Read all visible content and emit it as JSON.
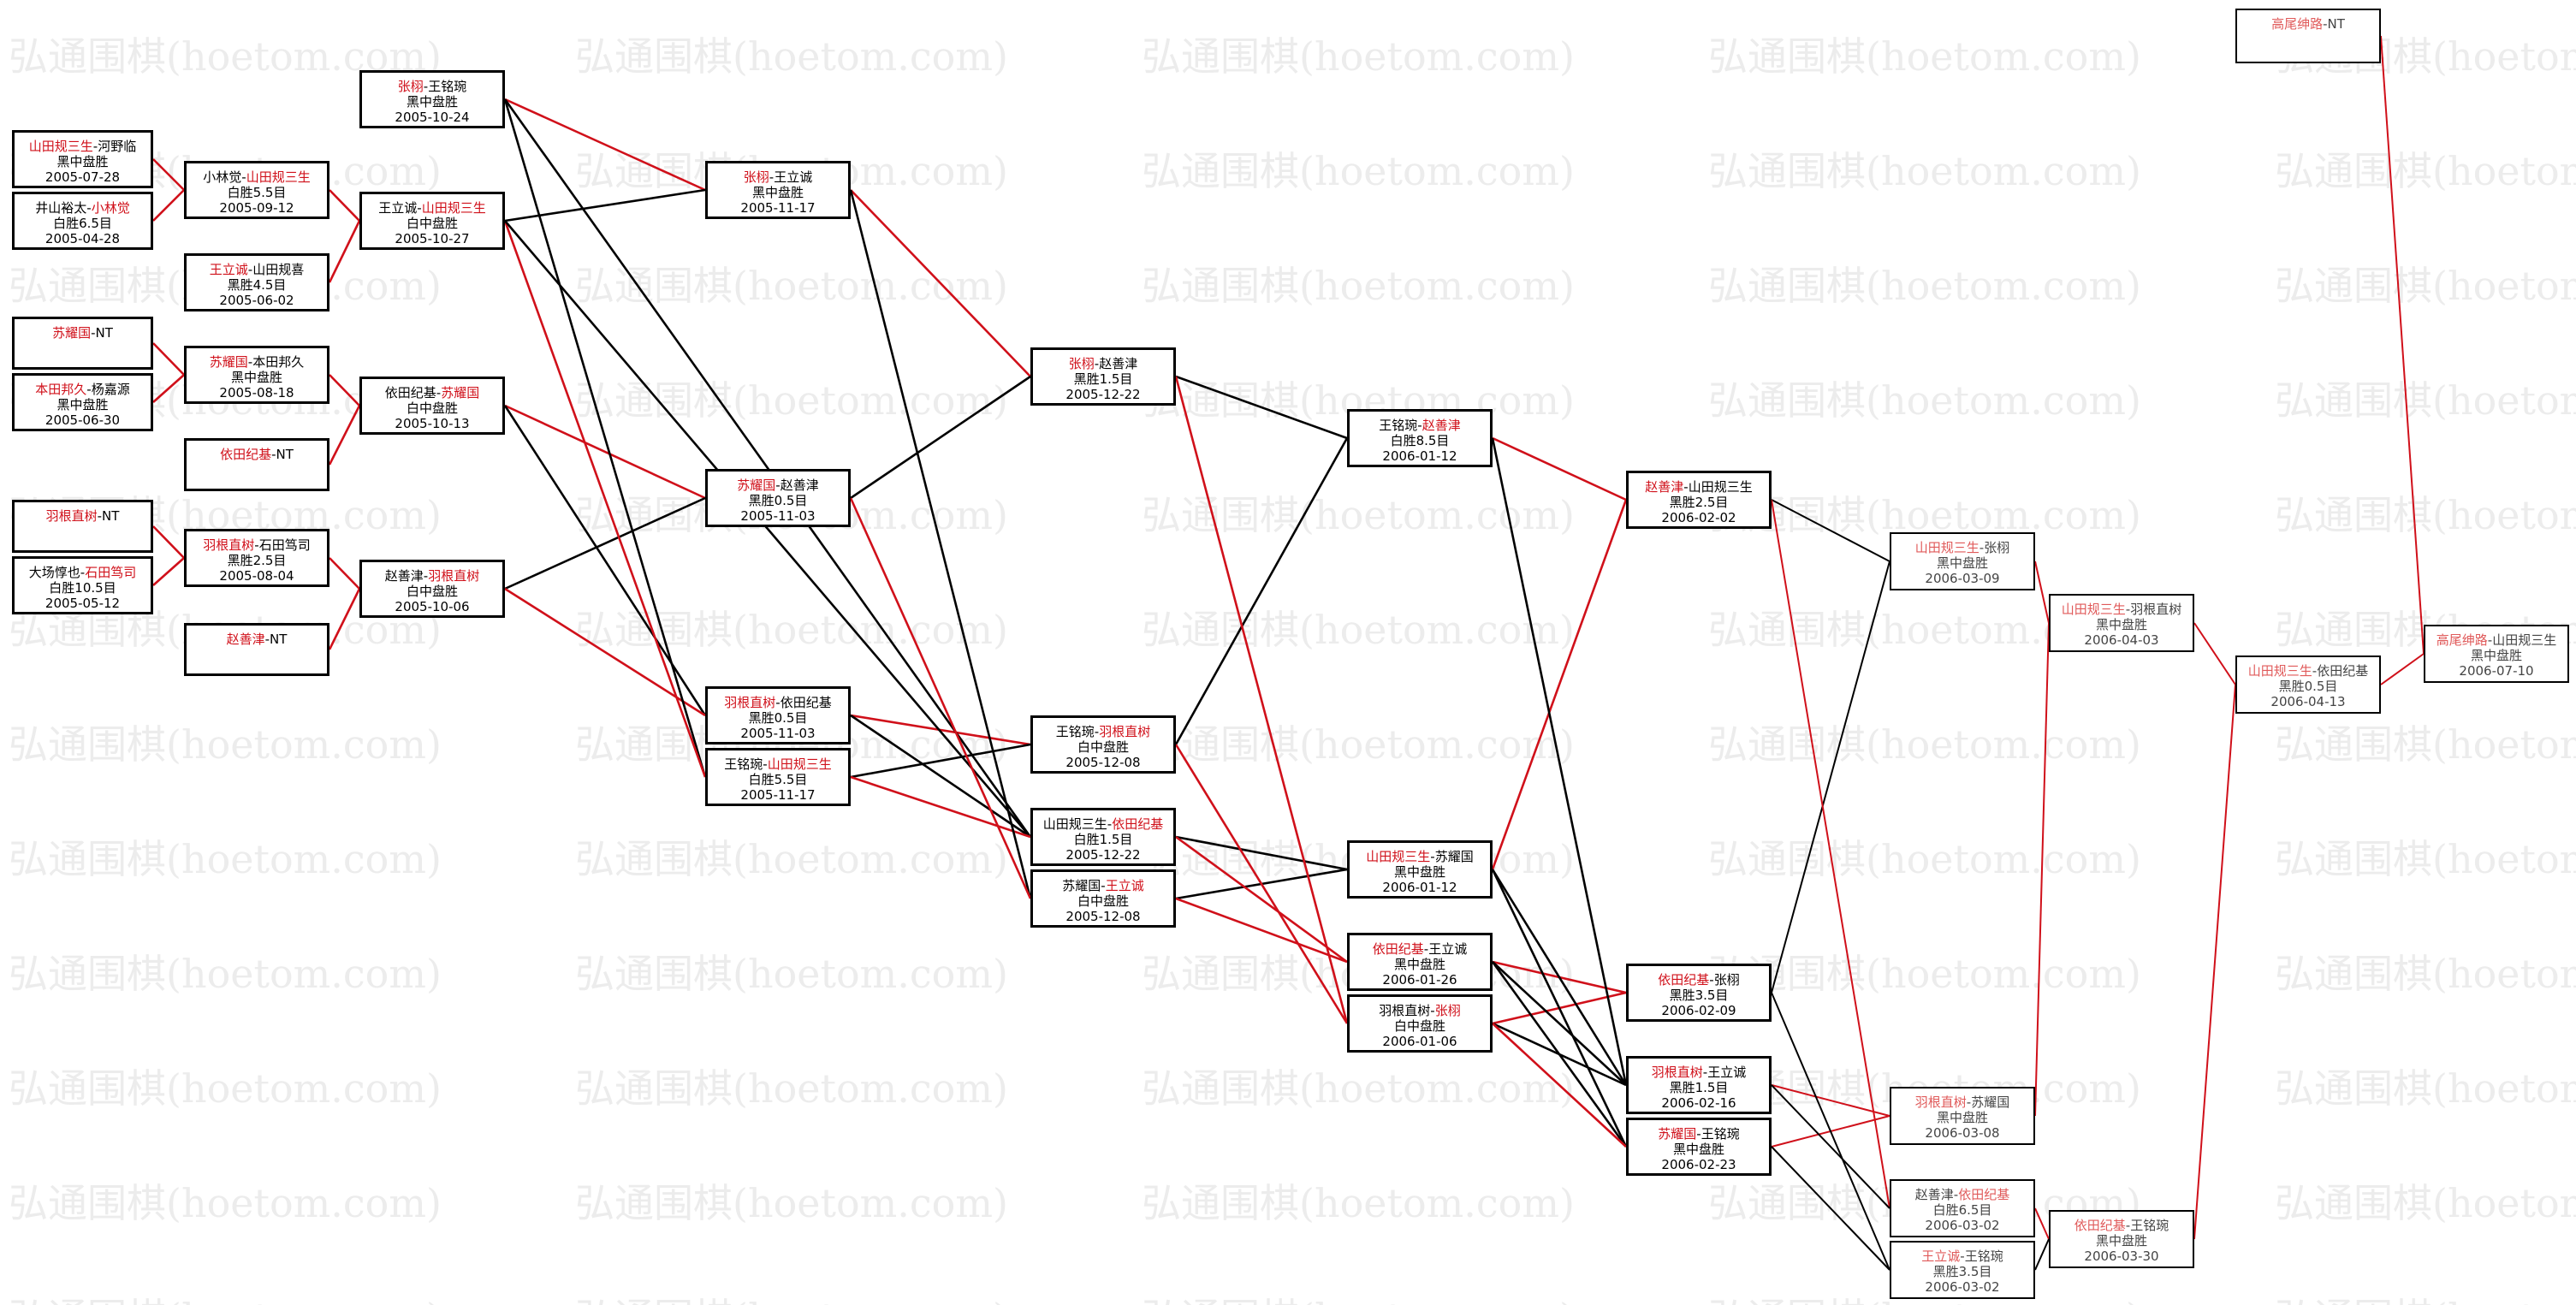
{
  "watermark": "弘通围棋(hoetom.com)",
  "colors": {
    "winner": "#d0101a",
    "line_black": "#000000",
    "line_red": "#d0101a"
  },
  "matches": {
    "m1": {
      "p1": "山田规三生",
      "sep": "-",
      "p2": "河野临",
      "result": "黑中盘胜",
      "date": "2005-07-28"
    },
    "m2": {
      "p1": "井山裕太",
      "sep": "-",
      "p2": "小林觉",
      "result": "白胜6.5目",
      "date": "2005-04-28"
    },
    "m3": {
      "p1": "苏耀国",
      "sep": "-",
      "p2": "NT"
    },
    "m4": {
      "p1": "本田邦久",
      "sep": "-",
      "p2": "杨嘉源",
      "result": "黑中盘胜",
      "date": "2005-06-30"
    },
    "m5": {
      "p1": "羽根直树",
      "sep": "-",
      "p2": "NT"
    },
    "m6": {
      "p1": "大场惇也",
      "sep": "-",
      "p2": "石田笃司",
      "result": "白胜10.5目",
      "date": "2005-05-12"
    },
    "m7": {
      "p1": "张栩",
      "sep": "-",
      "p2": "王铭琬",
      "result": "黑中盘胜",
      "date": "2005-10-24"
    },
    "m8": {
      "p1": "小林觉",
      "sep": "-",
      "p2": "山田规三生",
      "result": "白胜5.5目",
      "date": "2005-09-12"
    },
    "m9": {
      "p1": "王立诚",
      "sep": "-",
      "p2": "山田规喜",
      "result": "黑胜4.5目",
      "date": "2005-06-02"
    },
    "m10": {
      "p1": "苏耀国",
      "sep": "-",
      "p2": "本田邦久",
      "result": "黑中盘胜",
      "date": "2005-08-18"
    },
    "m11": {
      "p1": "依田纪基",
      "sep": "-",
      "p2": "NT"
    },
    "m12": {
      "p1": "羽根直树",
      "sep": "-",
      "p2": "石田笃司",
      "result": "黑胜2.5目",
      "date": "2005-08-04"
    },
    "m13": {
      "p1": "赵善津",
      "sep": "-",
      "p2": "NT"
    },
    "m14": {
      "p1": "王立诚",
      "sep": "-",
      "p2": "山田规三生",
      "result": "白中盘胜",
      "date": "2005-10-27"
    },
    "m15": {
      "p1": "依田纪基",
      "sep": "-",
      "p2": "苏耀国",
      "result": "白中盘胜",
      "date": "2005-10-13"
    },
    "m16": {
      "p1": "赵善津",
      "sep": "-",
      "p2": "羽根直树",
      "result": "白中盘胜",
      "date": "2005-10-06"
    },
    "m17": {
      "p1": "张栩",
      "sep": "-",
      "p2": "王立诚",
      "result": "黑中盘胜",
      "date": "2005-11-17"
    },
    "m18": {
      "p1": "苏耀国",
      "sep": "-",
      "p2": "赵善津",
      "result": "黑胜0.5目",
      "date": "2005-11-03"
    },
    "m19": {
      "p1": "羽根直树",
      "sep": "-",
      "p2": "依田纪基",
      "result": "黑胜0.5目",
      "date": "2005-11-03"
    },
    "m20": {
      "p1": "王铭琬",
      "sep": "-",
      "p2": "山田规三生",
      "result": "白胜5.5目",
      "date": "2005-11-17"
    },
    "m21": {
      "p1": "张栩",
      "sep": "-",
      "p2": "赵善津",
      "result": "黑胜1.5目",
      "date": "2005-12-22"
    },
    "m22": {
      "p1": "王铭琬",
      "sep": "-",
      "p2": "羽根直树",
      "result": "白中盘胜",
      "date": "2005-12-08"
    },
    "m23": {
      "p1": "山田规三生",
      "sep": "-",
      "p2": "依田纪基",
      "result": "白胜1.5目",
      "date": "2005-12-22"
    },
    "m24": {
      "p1": "苏耀国",
      "sep": "-",
      "p2": "王立诚",
      "result": "白中盘胜",
      "date": "2005-12-08"
    },
    "m25": {
      "p1": "王铭琬",
      "sep": "-",
      "p2": "赵善津",
      "result": "白胜8.5目",
      "date": "2006-01-12"
    },
    "m26": {
      "p1": "山田规三生",
      "sep": "-",
      "p2": "苏耀国",
      "result": "黑中盘胜",
      "date": "2006-01-12"
    },
    "m27": {
      "p1": "依田纪基",
      "sep": "-",
      "p2": "王立诚",
      "result": "黑中盘胜",
      "date": "2006-01-26"
    },
    "m28": {
      "p1": "羽根直树",
      "sep": "-",
      "p2": "张栩",
      "result": "白中盘胜",
      "date": "2006-01-06"
    },
    "m29": {
      "p1": "赵善津",
      "sep": "-",
      "p2": "山田规三生",
      "result": "黑胜2.5目",
      "date": "2006-02-02"
    },
    "m30": {
      "p1": "依田纪基",
      "sep": "-",
      "p2": "张栩",
      "result": "黑胜3.5目",
      "date": "2006-02-09"
    },
    "m31": {
      "p1": "羽根直树",
      "sep": "-",
      "p2": "王立诚",
      "result": "黑胜1.5目",
      "date": "2006-02-16"
    },
    "m32": {
      "p1": "苏耀国",
      "sep": "-",
      "p2": "王铭琬",
      "result": "黑中盘胜",
      "date": "2006-02-23"
    },
    "m33": {
      "p1": "山田规三生",
      "sep": "-",
      "p2": "张栩",
      "result": "黑中盘胜",
      "date": "2006-03-09"
    },
    "m34": {
      "p1": "羽根直树",
      "sep": "-",
      "p2": "苏耀国",
      "result": "黑中盘胜",
      "date": "2006-03-08"
    },
    "m35": {
      "p1": "赵善津",
      "sep": "-",
      "p2": "依田纪基",
      "result": "白胜6.5目",
      "date": "2006-03-02"
    },
    "m36": {
      "p1": "王立诚",
      "sep": "-",
      "p2": "王铭琬",
      "result": "黑胜3.5目",
      "date": "2006-03-02"
    },
    "m37": {
      "p1": "山田规三生",
      "sep": "-",
      "p2": "羽根直树",
      "result": "黑中盘胜",
      "date": "2006-04-03"
    },
    "m38": {
      "p1": "依田纪基",
      "sep": "-",
      "p2": "王铭琬",
      "result": "黑中盘胜",
      "date": "2006-03-30"
    },
    "m39": {
      "p1": "山田规三生",
      "sep": "-",
      "p2": "依田纪基",
      "result": "黑胜0.5目",
      "date": "2006-04-13"
    },
    "m40": {
      "p1": "高尾绅路",
      "sep": "-",
      "p2": "NT"
    },
    "m41": {
      "p1": "高尾绅路",
      "sep": "-",
      "p2": "山田规三生",
      "result": "黑中盘胜",
      "date": "2006-07-10"
    }
  }
}
